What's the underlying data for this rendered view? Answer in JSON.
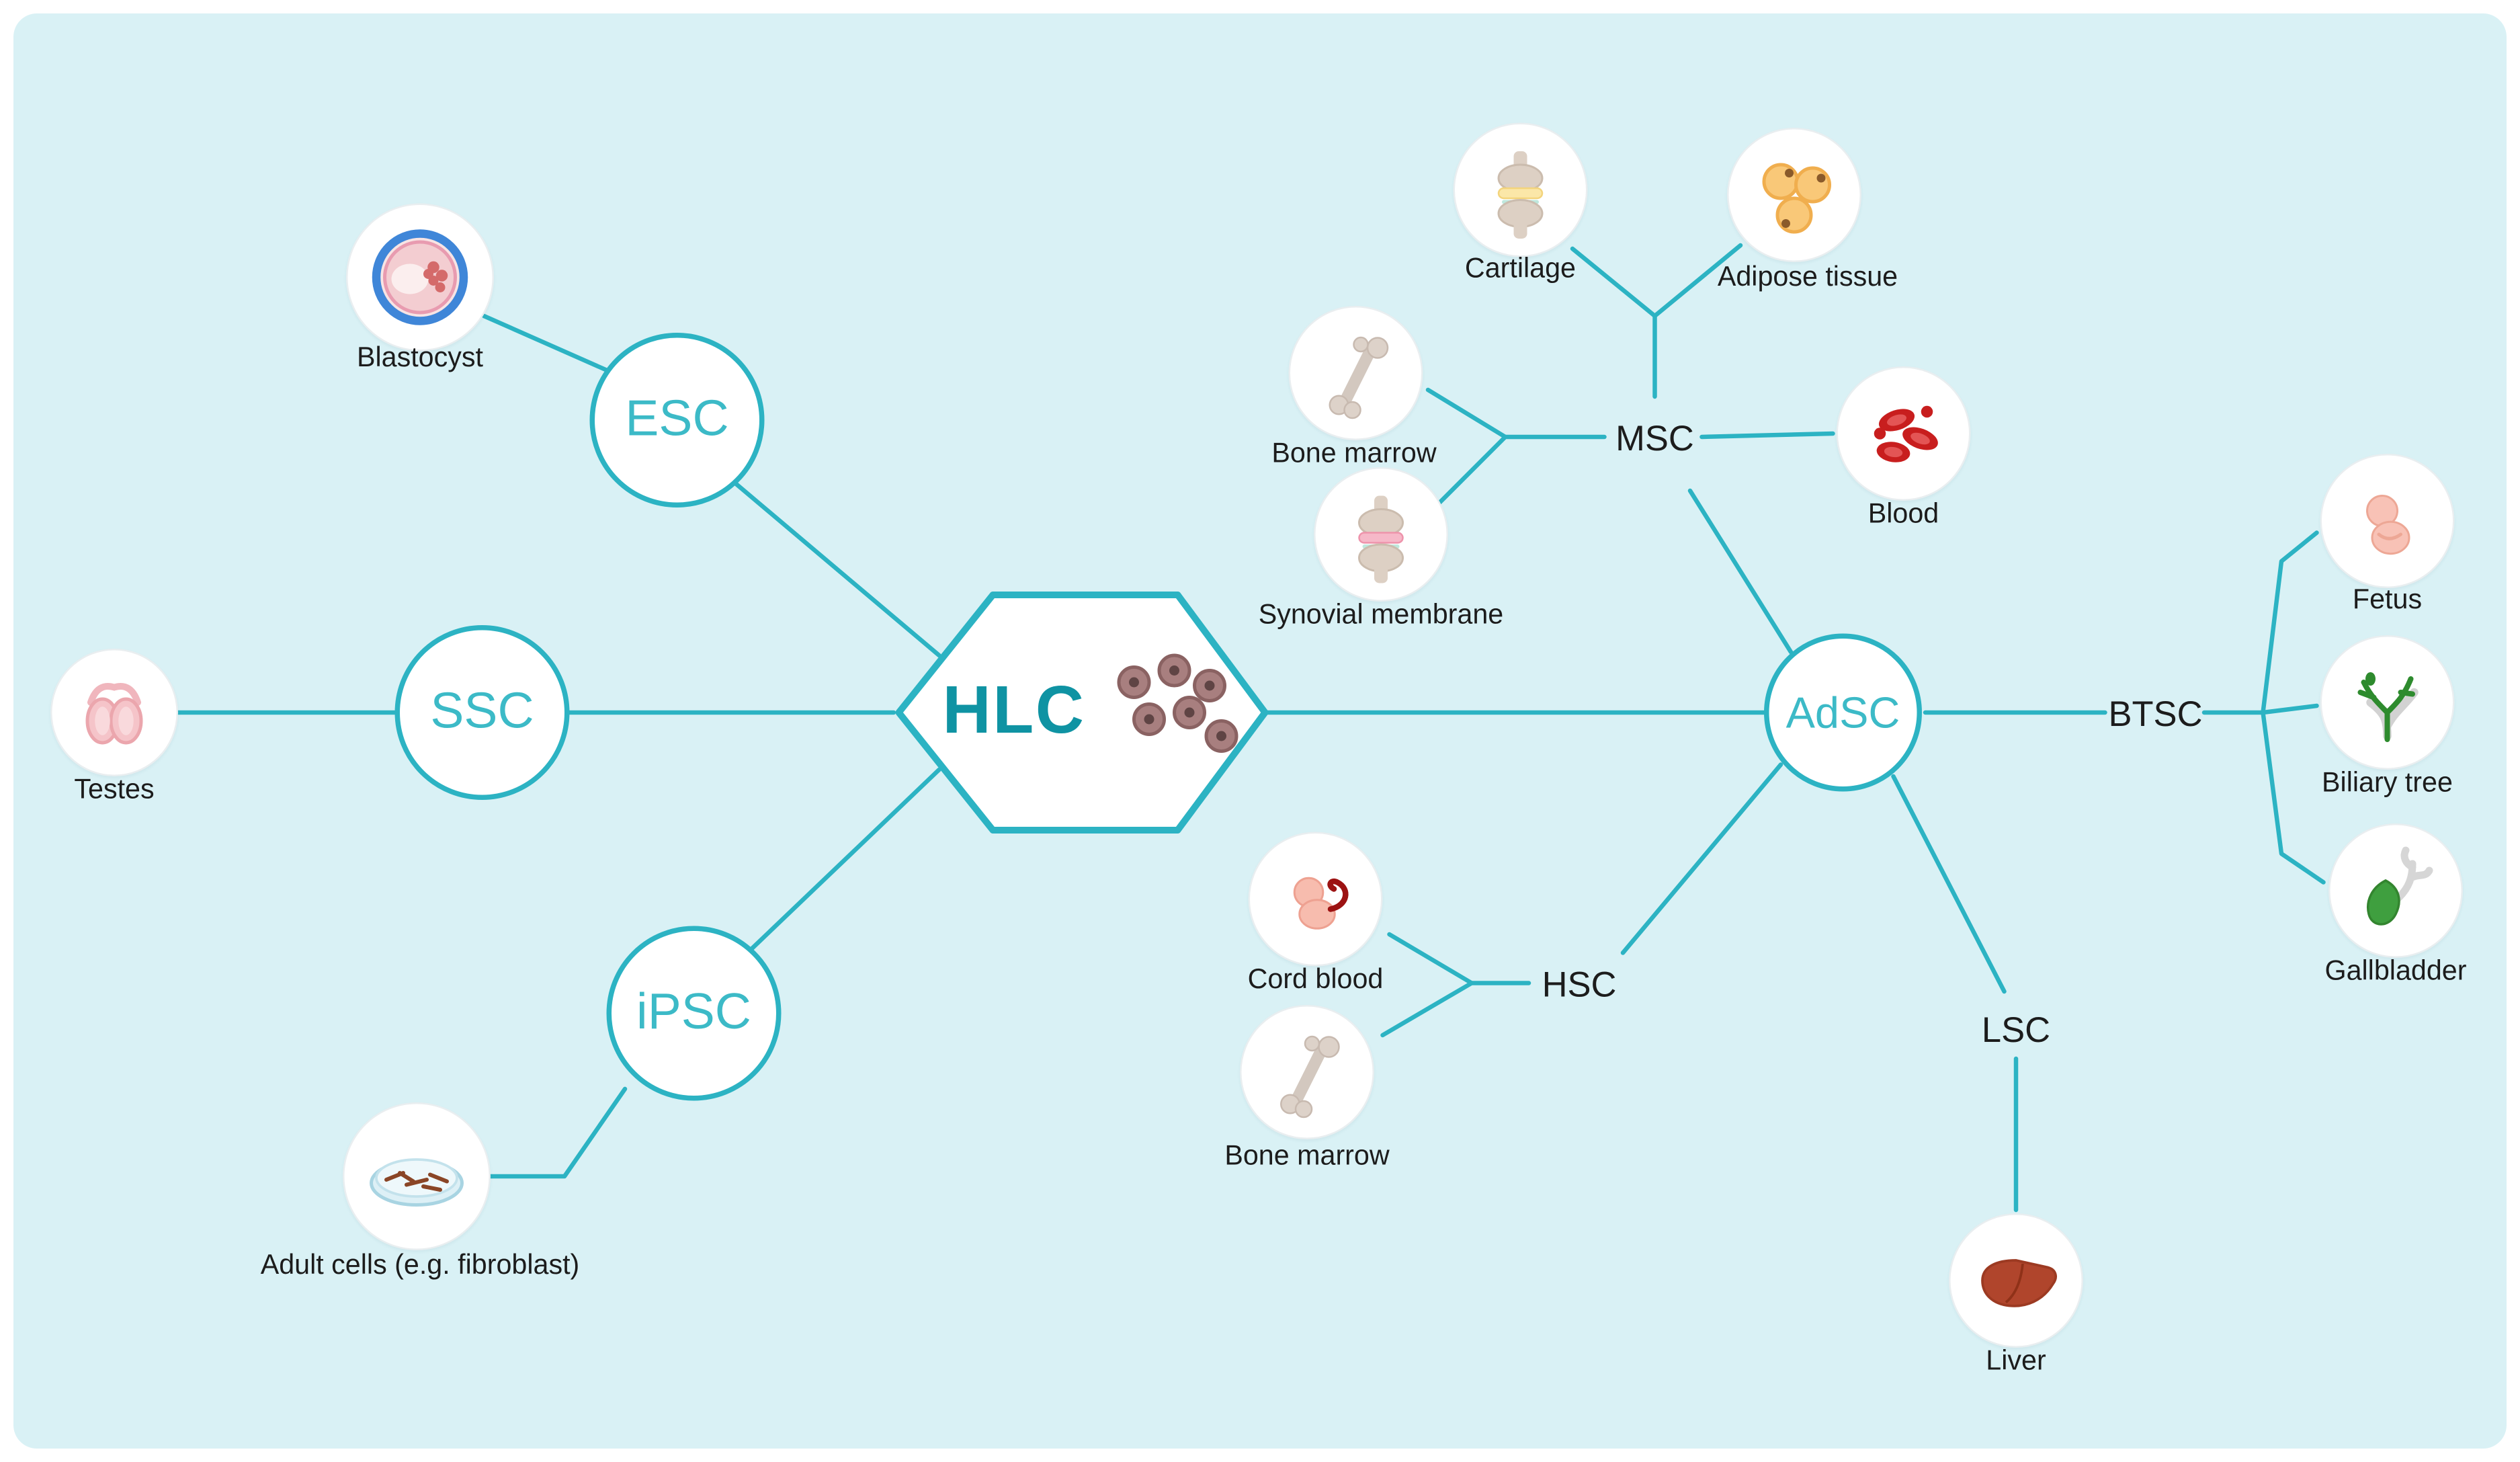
{
  "figure": {
    "hlc": {
      "label": "HLC"
    },
    "nodes": {
      "esc": "ESC",
      "ssc": "SSC",
      "ipsc": "iPSC",
      "adsc": "AdSC",
      "msc": "MSC",
      "hsc": "HSC",
      "btsc": "BTSC",
      "lsc": "LSC"
    },
    "sources": {
      "blastocyst": "Blastocyst",
      "testes": "Testes",
      "adult_cells": "Adult cells (e.g. fibroblast)",
      "cartilage": "Cartilage",
      "adipose": "Adipose tissue",
      "bone_marrow_msc": "Bone marrow",
      "synovial": "Synovial membrane",
      "blood": "Blood",
      "cord_blood": "Cord blood",
      "bone_marrow_hsc": "Bone marrow",
      "fetus": "Fetus",
      "biliary_tree": "Biliary tree",
      "gallbladder": "Gallbladder",
      "liver": "Liver"
    },
    "colors": {
      "background": "#d9f1f5",
      "connector": "#2cb3c3",
      "node_border": "#2cb3c3",
      "node_text": "#3cbac7",
      "hlc_text": "#0f93a3",
      "label_text": "#1c1c1c"
    }
  }
}
